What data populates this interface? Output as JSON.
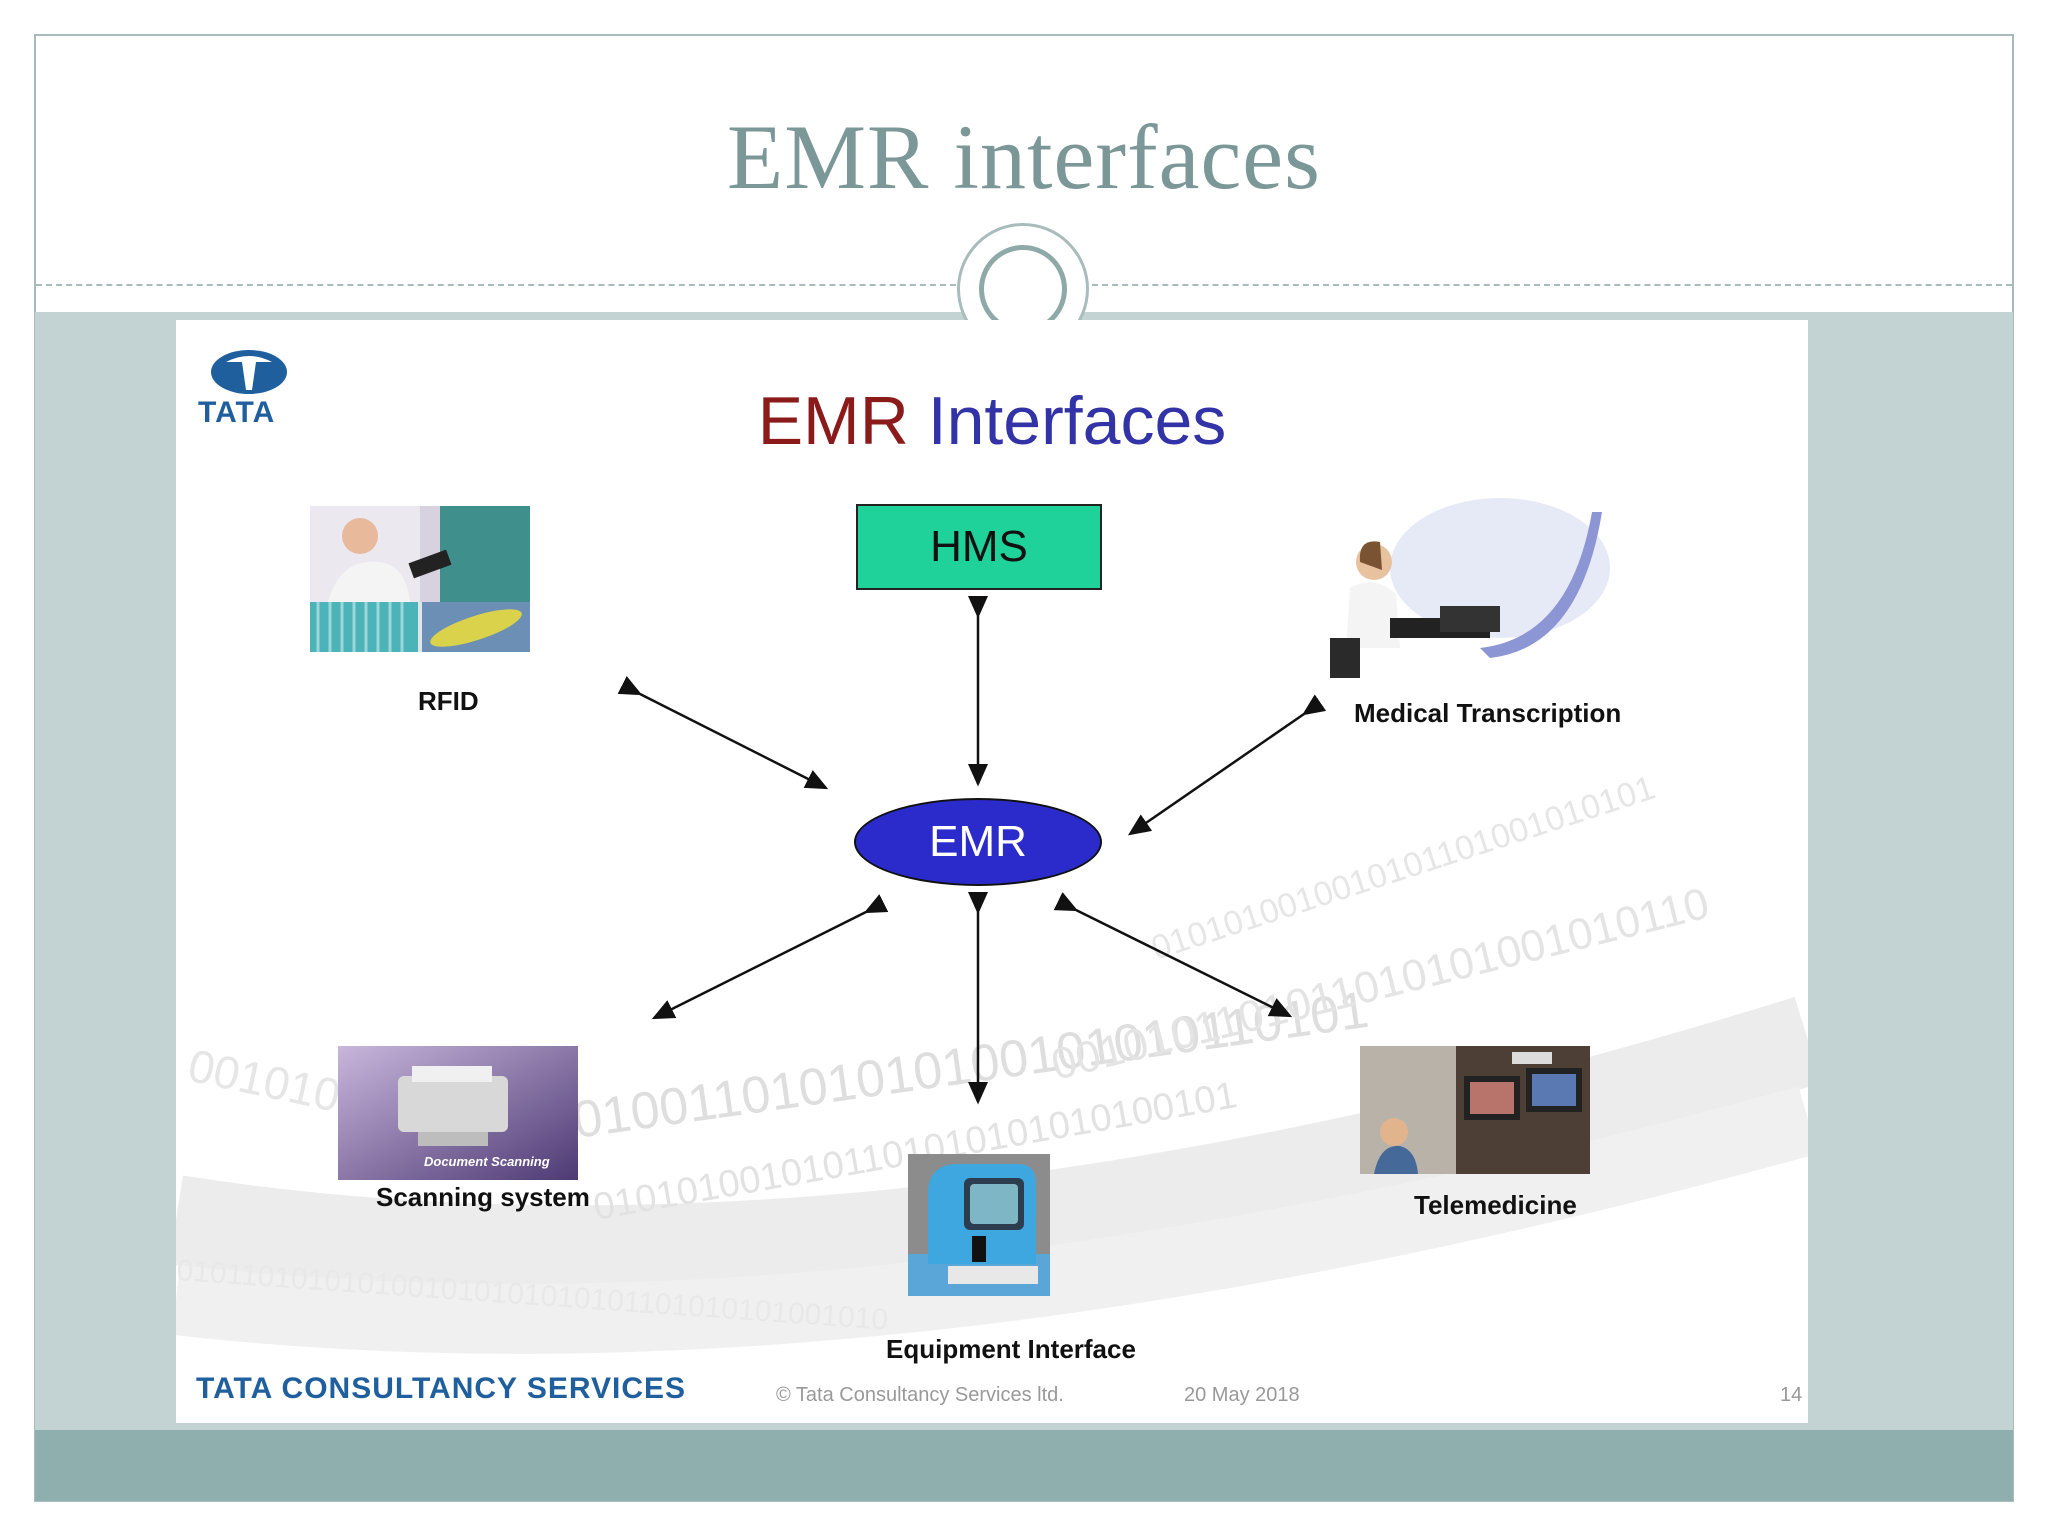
{
  "slide": {
    "title": "EMR interfaces"
  },
  "embedded": {
    "logo_text": "TATA",
    "title_part1": "EMR",
    "title_part2": "Interfaces",
    "hub_label": "EMR",
    "top_node_label": "HMS",
    "nodes": {
      "rfid": "RFID",
      "medical_transcription": "Medical Transcription",
      "scanning_system": "Scanning system",
      "telemedicine": "Telemedicine",
      "equipment_interface": "Equipment Interface"
    },
    "scanner_caption": "Document Scanning",
    "footer": {
      "brand": "TATA CONSULTANCY SERVICES",
      "copyright": "© Tata Consultancy Services ltd.",
      "date": "20 May 2018",
      "page": "14"
    },
    "colors": {
      "hms_fill": "#1fd29a",
      "emr_fill": "#2b2bcc",
      "title_emr": "#8b1a1a",
      "title_interfaces": "#3333a8",
      "brand_blue": "#1f5f9e"
    }
  }
}
